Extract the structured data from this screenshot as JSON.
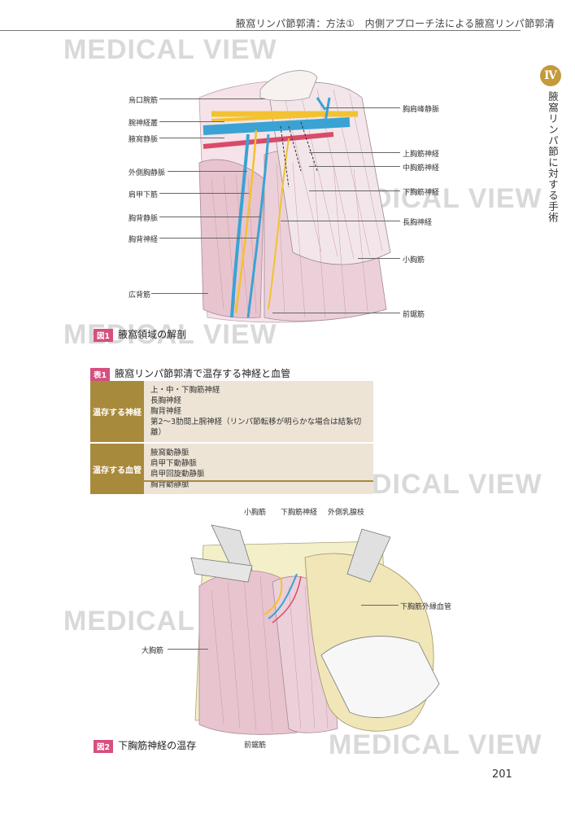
{
  "header": {
    "title": "腋窩リンパ節郭清：方法①　内側アプローチ法による腋窩リンパ節郭清"
  },
  "watermark": "MEDICAL VIEW",
  "chapter": {
    "badge": "Ⅳ",
    "title": "腋窩リンパ節に対する手術"
  },
  "figure1": {
    "tag": "図1",
    "caption": "腋窩領域の解剖",
    "labels_left": [
      "烏口腕筋",
      "腕神経叢",
      "腋窩静脈",
      "外側胸静脈",
      "肩甲下筋",
      "胸背静脈",
      "胸背神経",
      "広背筋"
    ],
    "labels_right": [
      "胸肩峰静脈",
      "上胸筋神経",
      "中胸筋神経",
      "下胸筋神経",
      "長胸神経",
      "小胸筋",
      "前鋸筋"
    ]
  },
  "table1": {
    "tag": "表1",
    "caption": "腋窩リンパ節郭清で温存する神経と血管",
    "rows": [
      {
        "header": "温存する神経",
        "items": [
          "上・中・下胸筋神経",
          "長胸神経",
          "胸背神経",
          "第2～3肋間上腕神経（リンパ節転移が明らかな場合は結紮切離）"
        ]
      },
      {
        "header": "温存する血管",
        "items": [
          "腋窩動静脈",
          "肩甲下動静脈",
          "肩甲回旋動静脈",
          "胸背動静脈"
        ]
      }
    ]
  },
  "figure2": {
    "tag": "図2",
    "caption": "下胸筋神経の温存",
    "labels": {
      "pectoralis_minor": "小胸筋",
      "lower_pectoral_nerve": "下胸筋神経",
      "lateral_mammary_branch": "外側乳腺枝",
      "lateral_vessel": "下胸筋外縁血管",
      "pectoralis_major": "大胸筋",
      "serratus_anterior": "前鋸筋"
    }
  },
  "page_number": "201",
  "colors": {
    "figure_tag": "#d64f7f",
    "table_header": "#a88a3c",
    "table_body": "#ede4d6",
    "chapter_badge": "#c59a3a",
    "muscle": "#e8c4cf",
    "vein": "#3aa3d4",
    "nerve": "#f2c230",
    "artery": "#d94b6a",
    "fat": "#f3efc8"
  }
}
